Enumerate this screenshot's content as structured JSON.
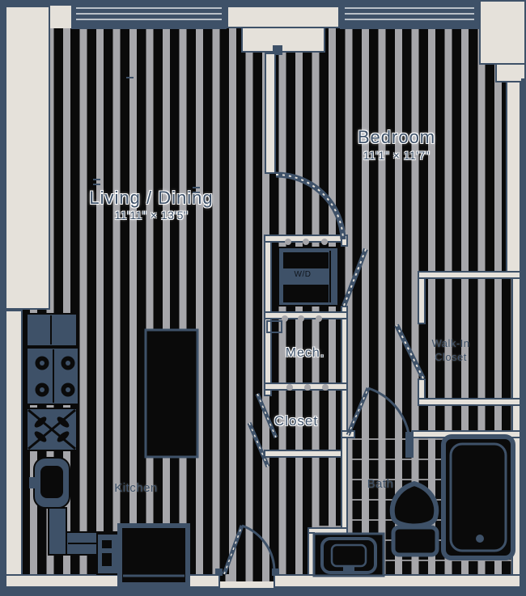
{
  "palette": {
    "navy": "#3e5168",
    "cream": "#e5e1da",
    "stripe_gray": "#a6a6aa",
    "floor_black": "#0a0a0a"
  },
  "rooms": {
    "living": {
      "name": "Living / Dining",
      "dims": "11'11\" × 13'5\""
    },
    "bedroom": {
      "name": "Bedroom",
      "dims": "11'1\" × 11'7\""
    },
    "mech": {
      "name": "Mech."
    },
    "closet": {
      "name": "Closet"
    },
    "walk_in_closet": {
      "line1": "Walk-In",
      "line2": "Closet"
    },
    "kitchen": {
      "name": "Kitchen"
    },
    "bath": {
      "name": "Bath"
    },
    "washer_dryer": {
      "label": "W/D"
    }
  },
  "fixtures": [
    "stove-icon",
    "kitchen-counter",
    "kitchen-sink-icon",
    "kitchen-island",
    "dishwasher-icon",
    "washer-dryer-unit",
    "toilet-icon",
    "bathtub-icon",
    "vanity-sink-icon",
    "bedroom-door",
    "bath-door",
    "entry-door",
    "closet-bifold-door",
    "walk-in-closet-door",
    "window-band-living",
    "window-band-bedroom"
  ]
}
